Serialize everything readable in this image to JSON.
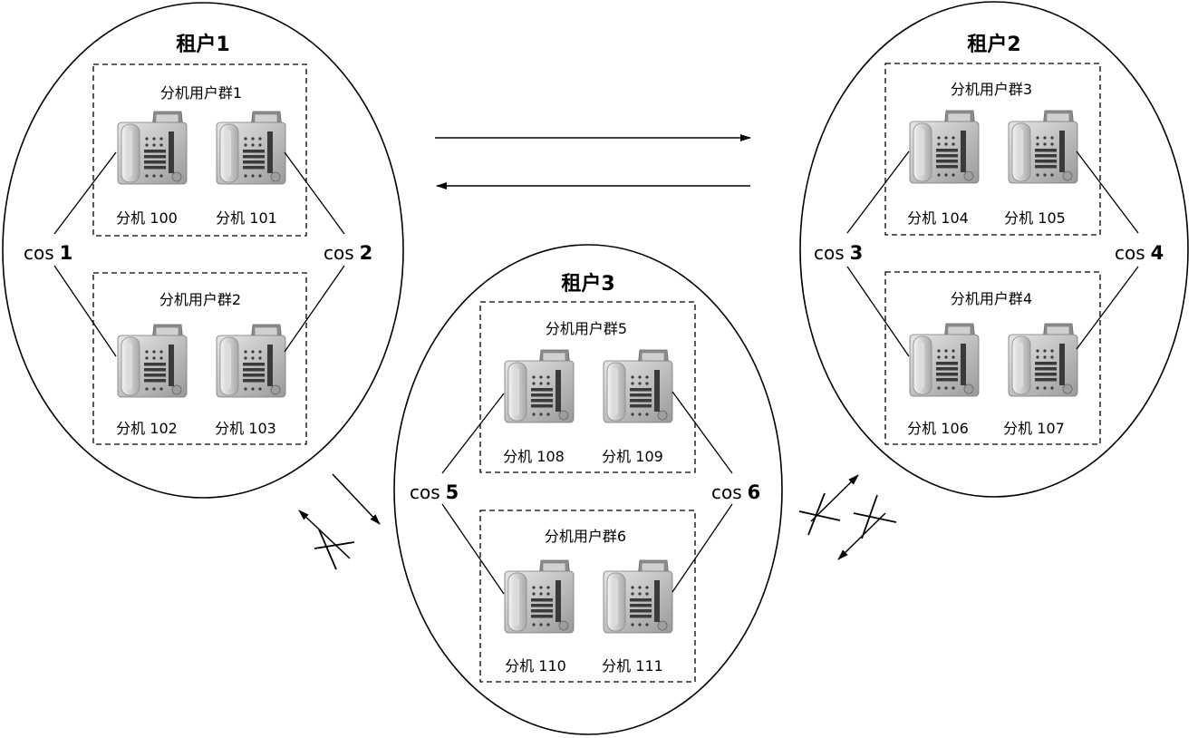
{
  "tenants": [
    {
      "title": "租户1",
      "groups": [
        {
          "title": "分机用户群1",
          "extensions": [
            "分机 100",
            "分机 101"
          ]
        },
        {
          "title": "分机用户群2",
          "extensions": [
            "分机 102",
            "分机 103"
          ]
        }
      ],
      "cos_left": {
        "prefix": "cos",
        "number": "1"
      },
      "cos_right": {
        "prefix": "cos",
        "number": "2"
      }
    },
    {
      "title": "租户2",
      "groups": [
        {
          "title": "分机用户群3",
          "extensions": [
            "分机 104",
            "分机 105"
          ]
        },
        {
          "title": "分机用户群4",
          "extensions": [
            "分机 106",
            "分机 107"
          ]
        }
      ],
      "cos_left": {
        "prefix": "cos",
        "number": "3"
      },
      "cos_right": {
        "prefix": "cos",
        "number": "4"
      }
    },
    {
      "title": "租户3",
      "groups": [
        {
          "title": "分机用户群5",
          "extensions": [
            "分机 108",
            "分机 109"
          ]
        },
        {
          "title": "分机用户群6",
          "extensions": [
            "分机 110",
            "分机 111"
          ]
        }
      ],
      "cos_left": {
        "prefix": "cos",
        "number": "5"
      },
      "cos_right": {
        "prefix": "cos",
        "number": "6"
      }
    }
  ],
  "phone_icon": "desk-telephone-icon",
  "colors": {
    "line": "#000000",
    "phone_body": "#bdbdbd",
    "phone_dark": "#3a3a3a"
  }
}
